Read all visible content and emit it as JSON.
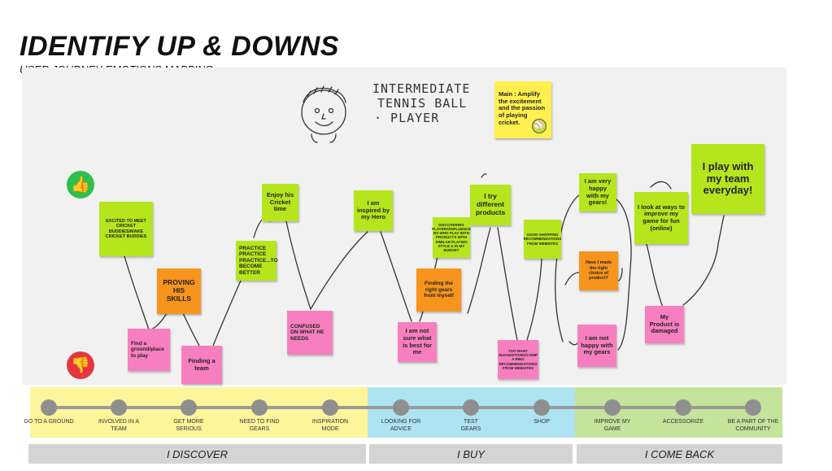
{
  "header": {
    "title": "IDENTIFY UP & DOWNS",
    "subtitle": "USER JOURNEY EMOTIONS MAPPING."
  },
  "persona": {
    "lines": [
      "INTERMEDIATE",
      "TENNIS BALL",
      "· PLAYER"
    ],
    "icon": "smiley-face-sketch-icon"
  },
  "main_note": {
    "text": "Main : Amplify the excitement and the passion of playing cricket.",
    "icon": "ball-icon"
  },
  "emotion_icons": {
    "up": "thumbs-up-icon",
    "down": "thumbs-down-icon",
    "up_color": "#2fbe4e",
    "down_color": "#e53640"
  },
  "notes": [
    {
      "id": "excited",
      "color": "green",
      "text": "EXCITED TO MEET CRICKET BUDDIES/MAKE CRICKET BUDDIES"
    },
    {
      "id": "proving",
      "color": "orange",
      "text": "PROVING HIS SKILLS"
    },
    {
      "id": "find-ground",
      "color": "pink",
      "text": "Find a ground/place to play"
    },
    {
      "id": "finding-team",
      "color": "pink",
      "text": "Finding a team"
    },
    {
      "id": "practice",
      "color": "green",
      "text": "PRACTICE PRACTICE PRACTICE...TO BECOME BETTER"
    },
    {
      "id": "enjoy",
      "color": "green",
      "text": "Enjoy his Cricket time"
    },
    {
      "id": "confused",
      "color": "pink",
      "text": "CONFUSED ON WHAT HE NEEDS"
    },
    {
      "id": "inspired",
      "color": "green",
      "text": "I am inspired by my Hero"
    },
    {
      "id": "discovering",
      "color": "green",
      "text": "DISCOVERING PLAYERS/INFLUENCE RS WHO PLAY WITH PRODUCTS WITH SIMILAR PLAYING STYLE & IN MY BUDGET"
    },
    {
      "id": "right-gears",
      "color": "orange",
      "text": "Finding the right gears from myself"
    },
    {
      "id": "not-sure",
      "color": "pink",
      "text": "I am not sure what is best for me"
    },
    {
      "id": "try-products",
      "color": "green",
      "text": "I try different products"
    },
    {
      "id": "too-many",
      "color": "pink",
      "text": "TOO MANY SUGGESTIONS/COMPA RING RECOMMENDATIONS FROM WEBSITES"
    },
    {
      "id": "good-shopping",
      "color": "green",
      "text": "GOOD SHOPPING RECOMMENDATIONS FROM WEBSITES"
    },
    {
      "id": "happy-gears",
      "color": "green",
      "text": "I am very happy with my gears!"
    },
    {
      "id": "right-choice",
      "color": "orange",
      "text": "Have I made the right choice of product?"
    },
    {
      "id": "not-happy",
      "color": "pink",
      "text": "I am not happy with my gears"
    },
    {
      "id": "improve-game",
      "color": "green",
      "text": "I look at ways to improve my game for fun (online)"
    },
    {
      "id": "damaged",
      "color": "pink",
      "text": "My Product is damaged"
    },
    {
      "id": "play-team",
      "color": "green",
      "text": "I play with my team everyday!"
    }
  ],
  "steps": [
    "GO TO A GROUND",
    "INVOLVED IN A TEAM",
    "GET MORE SERIOUS",
    "NEED TO FIND GEARS",
    "INSPIRATION MODE",
    "LOOKING FOR ADVICE",
    "TEST GEARS",
    "SHOP",
    "IMPROVE MY GAME",
    "ACCESSORIZE",
    "BE A PART OF THE COMMUNITY"
  ],
  "phases": [
    "I DISCOVER",
    "I BUY",
    "I COME BACK"
  ],
  "colors": {
    "sticky_green": "#b5e61d",
    "sticky_orange": "#f7941d",
    "sticky_pink": "#f77fbf",
    "sticky_yellow": "#fff04f",
    "discover_band": "#fdf59a",
    "buy_band": "#aee3f2",
    "come_back_band": "#c4e39b",
    "phase_bar": "#d4d4d4"
  }
}
